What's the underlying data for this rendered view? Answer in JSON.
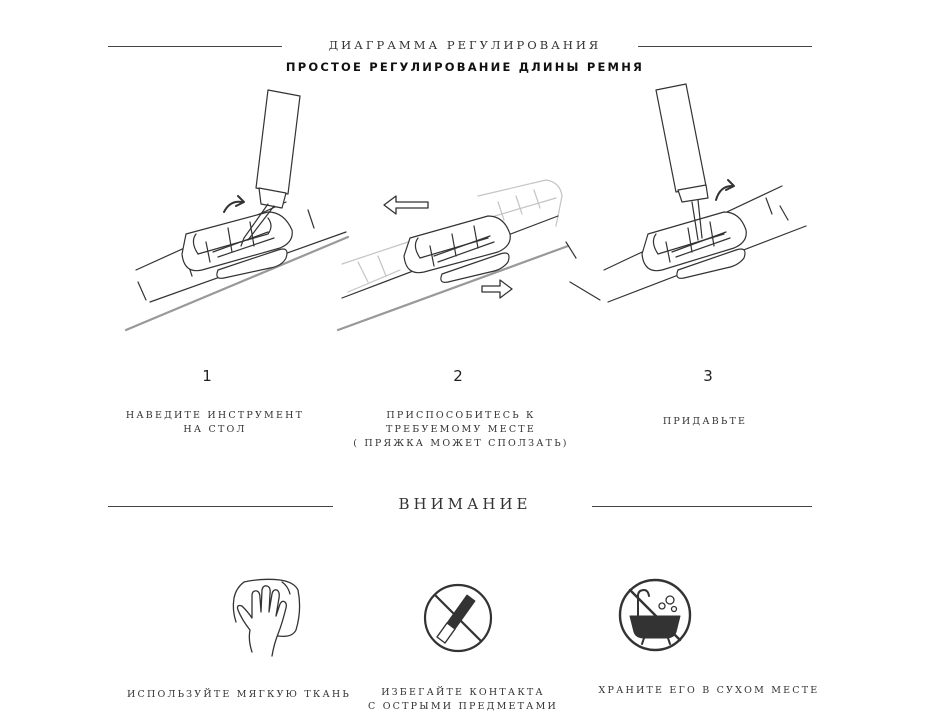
{
  "header": {
    "title": "ДИАГРАММА РЕГУЛИРОВАНИЯ",
    "subtitle": "ПРОСТОЕ РЕГУЛИРОВАНИЕ ДЛИНЫ РЕМНЯ"
  },
  "steps": [
    {
      "number": "1",
      "lines": [
        "НАВЕДИТЕ ИНСТРУМЕНТ",
        "НА СТОЛ"
      ]
    },
    {
      "number": "2",
      "lines": [
        "ПРИСПОСОБИТЕСЬ К",
        "ТРЕБУЕМОМУ МЕСТЕ",
        "( ПРЯЖКА МОЖЕТ СПОЛЗАТЬ)"
      ]
    },
    {
      "number": "3",
      "lines": [
        "ПРИДАВЬТЕ"
      ]
    }
  ],
  "attention": {
    "title": "ВНИМАНИЕ",
    "items": [
      {
        "icon": "hand-cloth-icon",
        "lines": [
          "ИСПОЛЬЗУЙТЕ МЯГКУЮ ТКАНЬ"
        ]
      },
      {
        "icon": "no-sharp-objects-icon",
        "lines": [
          "ИЗБЕГАЙТЕ КОНТАКТА",
          "С ОСТРЫМИ ПРЕДМЕТАМИ"
        ]
      },
      {
        "icon": "no-water-bath-icon",
        "lines": [
          "ХРАНИТЕ ЕГО В СУХОМ МЕСТЕ"
        ]
      }
    ]
  }
}
